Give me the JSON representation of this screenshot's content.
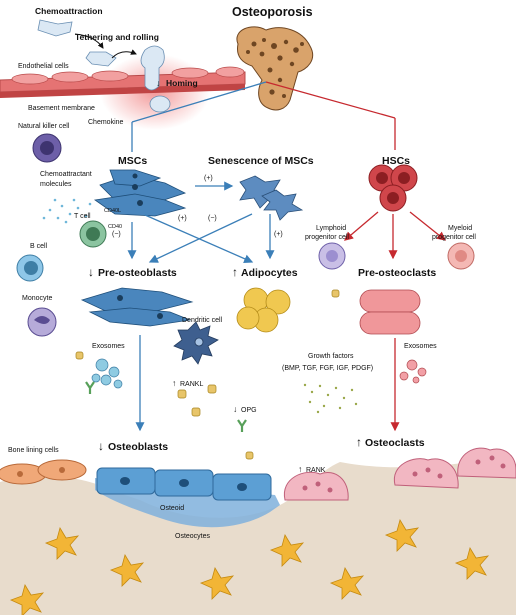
{
  "title": "Osteoporosis",
  "homing_panel": {
    "chemoattraction": "Chemoattraction",
    "tethering_rolling": "Tethering and rolling",
    "endothelial_cells": "Endothelial cells",
    "basement_membrane": "Basement membrane",
    "homing": "Homing",
    "chemokine": "Chemokine"
  },
  "cells": {
    "nk_cell": "Natural killer cell",
    "chemoattractant": [
      "Chemoattractant",
      "molecules"
    ],
    "t_cell": "T cell",
    "cd40l": "CD40L",
    "cd40": "CD40",
    "b_cell": "B cell",
    "monocyte": "Monocyte",
    "dendritic_cell": "Dendritic cell",
    "lymphoid": [
      "Lymphoid",
      "progenitor cell"
    ],
    "myeloid": [
      "Myeloid",
      "progenitor cell"
    ],
    "bone_lining": "Bone lining cells",
    "osteoid": "Osteoid",
    "osteocytes": "Osteocytes"
  },
  "headers": {
    "mscs": "MSCs",
    "senescence": "Senescence of MSCs",
    "hscs": "HSCs",
    "pre_osteoblasts": "Pre-osteoblasts",
    "adipocytes": "Adipocytes",
    "pre_osteoclasts": "Pre-osteoclasts",
    "osteoblasts": "Osteoblasts",
    "osteoclasts": "Osteoclasts"
  },
  "arrows": {
    "down": "↓",
    "up": "↑"
  },
  "signs": {
    "plus": "(+)",
    "minus": "(−)"
  },
  "factors": {
    "exosomes": "Exosomes",
    "rankl": "RANKL",
    "opg": "OPG",
    "rank": "RANK",
    "growth_factors": "Growth factors",
    "growth_list": "(BMP, TGF, FGF, IGF, PDGF)"
  },
  "colors": {
    "msc_blue": "#3b7fb8",
    "hsc_red": "#c6292f",
    "bone": "#e8dccc",
    "osteoclast_pink": "#f2b7c2",
    "osteocyte_yellow": "#f2b536",
    "adipocyte_yellow": "#f0c850"
  }
}
